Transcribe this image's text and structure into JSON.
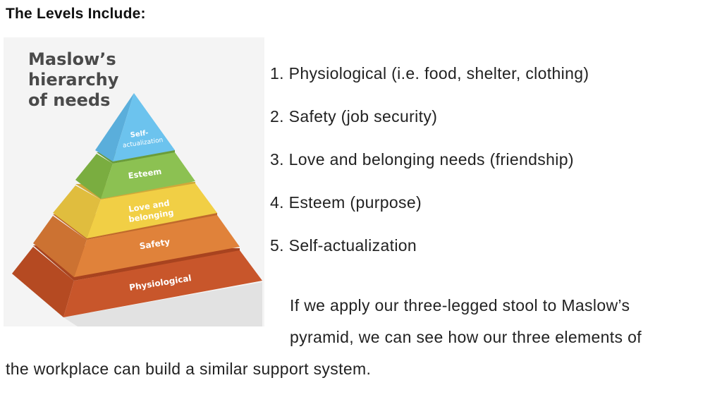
{
  "heading": "The Levels Include:",
  "figure": {
    "title_lines": [
      "Maslow’s",
      "hierarchy",
      "of needs"
    ],
    "levels": [
      {
        "label_lines": [
          "Self-",
          "actualization"
        ],
        "color": "#6cc3ee"
      },
      {
        "label_lines": [
          "Esteem"
        ],
        "color": "#8cc152"
      },
      {
        "label_lines": [
          "Love and",
          "belonging"
        ],
        "color": "#f1cf45"
      },
      {
        "label_lines": [
          "Safety"
        ],
        "color": "#e0823a"
      },
      {
        "label_lines": [
          "Physiological"
        ],
        "color": "#c8562b"
      }
    ]
  },
  "list": [
    "1. Physiological (i.e. food, shelter, clothing)",
    "2. Safety (job security)",
    "3. Love and belonging needs (friendship)",
    "4. Esteem (purpose)",
    "5. Self-actualization"
  ],
  "paragraph": {
    "lines": [
      "If we apply our three-legged stool to Maslow’s",
      "pyramid, we can see how our three elements of",
      "the workplace can build a similar support system."
    ]
  }
}
